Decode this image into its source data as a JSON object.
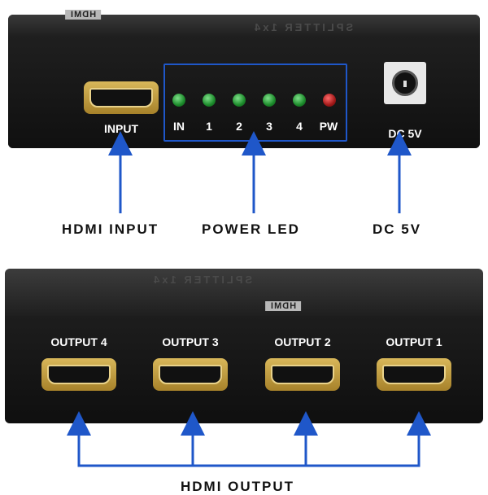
{
  "top_device": {
    "emboss_text": "SPLITTER 1x4",
    "brand_text": "HDMI",
    "input_port_label": "INPUT",
    "led_labels": [
      "IN",
      "1",
      "2",
      "3",
      "4",
      "PW"
    ],
    "led_colors": [
      "green",
      "green",
      "green",
      "green",
      "green",
      "red"
    ],
    "power_label": "DC 5V"
  },
  "callouts": {
    "hdmi_input": "HDMI INPUT",
    "power_led": "POWER LED",
    "dc_5v": "DC 5V",
    "hdmi_output": "HDMI OUTPUT"
  },
  "bottom_device": {
    "emboss_text": "SPLITTER 1x4",
    "brand_text": "HDMI",
    "output_labels": [
      "OUTPUT 4",
      "OUTPUT 3",
      "OUTPUT 2",
      "OUTPUT 1"
    ]
  },
  "colors": {
    "arrow_blue": "#1f57c9",
    "port_gold": "#c9a545"
  }
}
